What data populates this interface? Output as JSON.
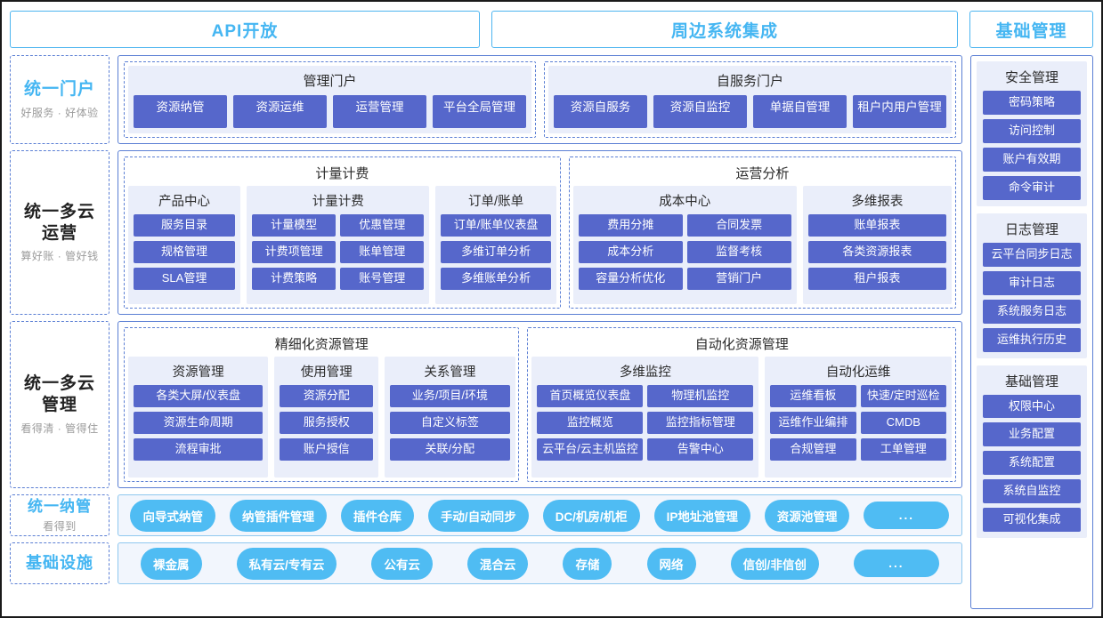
{
  "header": {
    "tabs": [
      {
        "label": "API开放"
      },
      {
        "label": "周边系统集成"
      },
      {
        "label": "基础管理"
      }
    ],
    "accent_color": "#45b6f2"
  },
  "colors": {
    "tab_blue": "#45b6f2",
    "chip_indigo": "#5667cb",
    "pill_blue": "#4fbcf3",
    "sub_bg": "#eaeefa",
    "border_blue": "#5b7fd4"
  },
  "rows": [
    {
      "caption": {
        "title": "统一门户",
        "subtitle": "好服务 · 好体验",
        "style": "blue"
      },
      "groups": [
        {
          "title": "管理门户",
          "items": [
            "资源纳管",
            "资源运维",
            "运营管理",
            "平台全局管理"
          ]
        },
        {
          "title": "自服务门户",
          "items": [
            "资源自服务",
            "资源自监控",
            "单据自管理",
            "租户内用户管理"
          ]
        }
      ]
    },
    {
      "caption": {
        "title": "统一多云\n运营",
        "subtitle": "算好账 · 管好钱",
        "style": "dark"
      },
      "groups": [
        {
          "title": "计量计费",
          "subs": [
            {
              "title": "产品中心",
              "cols": 1,
              "items": [
                "服务目录",
                "规格管理",
                "SLA管理"
              ]
            },
            {
              "title": "计量计费",
              "cols": 2,
              "items": [
                "计量模型",
                "优惠管理",
                "计费项管理",
                "账单管理",
                "计费策略",
                "账号管理"
              ]
            },
            {
              "title": "订单/账单",
              "cols": 1,
              "items": [
                "订单/账单仪表盘",
                "多维订单分析",
                "多维账单分析"
              ]
            }
          ]
        },
        {
          "title": "运营分析",
          "subs": [
            {
              "title": "成本中心",
              "cols": 2,
              "items": [
                "费用分摊",
                "合同发票",
                "成本分析",
                "监督考核",
                "容量分析优化",
                "营销门户"
              ]
            },
            {
              "title": "多维报表",
              "cols": 1,
              "items": [
                "账单报表",
                "各类资源报表",
                "租户报表"
              ]
            }
          ]
        }
      ]
    },
    {
      "caption": {
        "title": "统一多云\n管理",
        "subtitle": "看得清 · 管得住",
        "style": "dark"
      },
      "groups": [
        {
          "title": "精细化资源管理",
          "subs": [
            {
              "title": "资源管理",
              "cols": 1,
              "items": [
                "各类大屏/仪表盘",
                "资源生命周期",
                "流程审批"
              ]
            },
            {
              "title": "使用管理",
              "cols": 1,
              "items": [
                "资源分配",
                "服务授权",
                "账户授信"
              ]
            },
            {
              "title": "关系管理",
              "cols": 1,
              "items": [
                "业务/项目/环境",
                "自定义标签",
                "关联/分配"
              ]
            }
          ]
        },
        {
          "title": "自动化资源管理",
          "subs": [
            {
              "title": "多维监控",
              "cols": 2,
              "items": [
                "首页概览仪表盘",
                "物理机监控",
                "监控概览",
                "监控指标管理",
                "云平台/云主机监控",
                "告警中心"
              ]
            },
            {
              "title": "自动化运维",
              "cols": 2,
              "items": [
                "运维看板",
                "快速/定时巡检",
                "运维作业编排",
                "CMDB",
                "合规管理",
                "工单管理"
              ]
            }
          ]
        }
      ]
    },
    {
      "caption": {
        "title": "统一纳管",
        "subtitle": "看得到",
        "style": "blue"
      },
      "pills": [
        "向导式纳管",
        "纳管插件管理",
        "插件仓库",
        "手动/自动同步",
        "DC/机房/机柜",
        "IP地址池管理",
        "资源池管理",
        "..."
      ]
    },
    {
      "caption": {
        "title": "基础设施",
        "subtitle": "",
        "style": "blue"
      },
      "pills": [
        "裸金属",
        "私有云/专有云",
        "公有云",
        "混合云",
        "存储",
        "网络",
        "信创/非信创",
        "..."
      ]
    }
  ],
  "right_column": {
    "groups": [
      {
        "title": "安全管理",
        "items": [
          "密码策略",
          "访问控制",
          "账户有效期",
          "命令审计"
        ]
      },
      {
        "title": "日志管理",
        "items": [
          "云平台同步日志",
          "审计日志",
          "系统服务日志",
          "运维执行历史"
        ]
      },
      {
        "title": "基础管理",
        "items": [
          "权限中心",
          "业务配置",
          "系统配置",
          "系统自监控",
          "可视化集成"
        ]
      }
    ]
  }
}
